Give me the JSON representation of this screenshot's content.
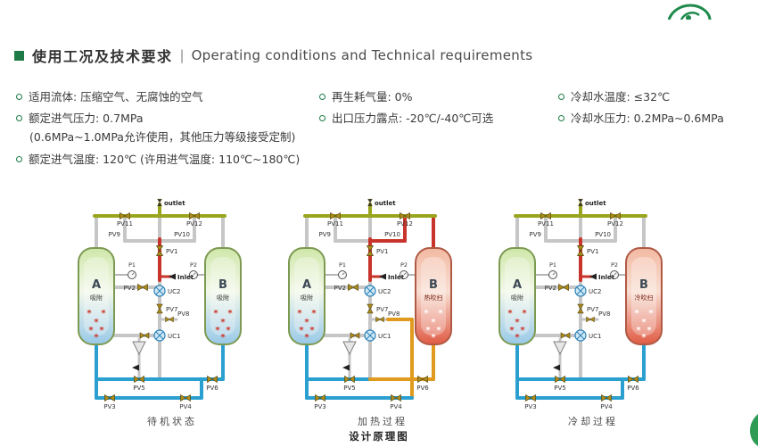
{
  "header": {
    "title_zh": "使用工况及技术要求",
    "divider": "|",
    "title_en": "Operating conditions and Technical requirements"
  },
  "specs": {
    "col1": [
      {
        "text": "适用流体: 压缩空气、无腐蚀的空气"
      },
      {
        "text": "额定进气压力: 0.7MPa",
        "note": "(0.6MPa~1.0MPa允许使用，其他压力等级接受定制)"
      },
      {
        "text": "额定进气温度: 120℃ (许用进气温度: 110℃~180℃)"
      }
    ],
    "col2": [
      {
        "text": "再生耗气量: 0%"
      },
      {
        "text": "出口压力露点: -20℃/-40℃可选"
      }
    ],
    "col3": [
      {
        "text": "冷却水温度: ≤32℃"
      },
      {
        "text": "冷却水压力: 0.2MPa~0.6MPa"
      }
    ]
  },
  "diagram_labels": {
    "outlet": "outlet",
    "inlet": "Inlet",
    "pv1": "PV1",
    "pv2": "PV2",
    "pv3": "PV3",
    "pv4": "PV4",
    "pv5": "PV5",
    "pv6": "PV6",
    "pv7": "PV7",
    "pv8": "PV8",
    "pv9": "PV9",
    "pv10": "PV10",
    "pv11": "PV11",
    "pv12": "PV12",
    "p1": "P1",
    "p2": "P2",
    "uc1": "UC1",
    "uc2": "UC2"
  },
  "diagrams": [
    {
      "caption": "待机状态",
      "mode": "standby",
      "towerA": {
        "letter": "A",
        "label": "吸附",
        "style": "adsorb"
      },
      "towerB": {
        "letter": "B",
        "label": "吸附",
        "style": "adsorb"
      }
    },
    {
      "caption": "加热过程",
      "mode": "heating",
      "towerA": {
        "letter": "A",
        "label": "吸附",
        "style": "adsorb"
      },
      "towerB": {
        "letter": "B",
        "label": "热吹扫",
        "style": "hot"
      }
    },
    {
      "caption": "冷却过程",
      "mode": "cooling",
      "towerA": {
        "letter": "A",
        "label": "吸附",
        "style": "adsorb"
      },
      "towerB": {
        "letter": "B",
        "label": "冷吹扫",
        "style": "hot"
      }
    }
  ],
  "footer": {
    "caption": "设计原理图"
  },
  "colors": {
    "accent_green": "#1e7a46",
    "logo_green": "#1f8a4c",
    "pipe_olive": "#9aa51e",
    "pipe_gray": "#c6c6c6",
    "pipe_red": "#c8342b",
    "pipe_blue": "#2ba0d0",
    "pipe_orange": "#e09a1e",
    "valve": "#b08d18",
    "tower_adsorb_top": "#cfe7a9",
    "tower_adsorb_mid": "#f3f8ea",
    "tower_adsorb_bottom": "#99c9e8",
    "tower_hot_top": "#f3b9a2",
    "tower_hot_mid": "#f8ded2",
    "tower_hot_bottom": "#e05b44"
  }
}
